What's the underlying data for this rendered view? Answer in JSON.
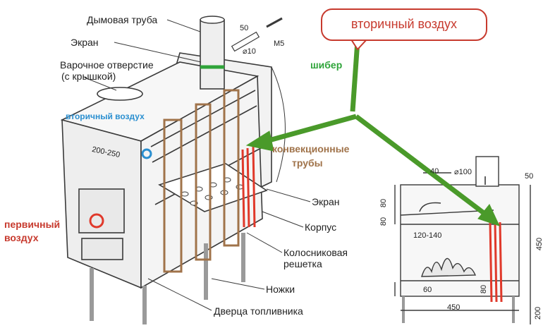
{
  "labels": {
    "chimney_pipe": "Дымовая труба",
    "screen_top": "Экран",
    "cooking_hole_line1": "Варочное отверстие",
    "cooking_hole_line2": "(с крышкой)",
    "secondary_air_small": "вторичный воздух",
    "secondary_air_callout": "вторичный воздух",
    "damper": "шибер",
    "convection_pipes_line1": "конвекционные",
    "convection_pipes_line2": "трубы",
    "primary_air_line1": "первичный",
    "primary_air_line2": "воздух",
    "screen_right": "Экран",
    "body": "Корпус",
    "grate_line1": "Колосниковая",
    "grate_line2": "решетка",
    "legs": "Ножки",
    "firebox_door": "Дверца топливника"
  },
  "dimensions": {
    "stove_depth": "200-250",
    "bolt_length": "50",
    "bolt_diameter": "⌀10",
    "bolt_thread": "M5",
    "pipe_diameter": "⌀100",
    "gap_40": "40",
    "offset_50": "50",
    "side_80_top": "80",
    "side_80_mid": "80",
    "range_120_140": "120-140",
    "height_450": "450",
    "ash_60": "60",
    "bottom_80": "80",
    "width_450": "450",
    "leg_200": "200"
  },
  "colors": {
    "callout_red": "#c73a2e",
    "arrow_green": "#4a9a2a",
    "damper_green": "#2fa43a",
    "frame_brown": "#a0734a",
    "pipe_red": "#e0392b",
    "air_blue": "#2a8fd0"
  }
}
